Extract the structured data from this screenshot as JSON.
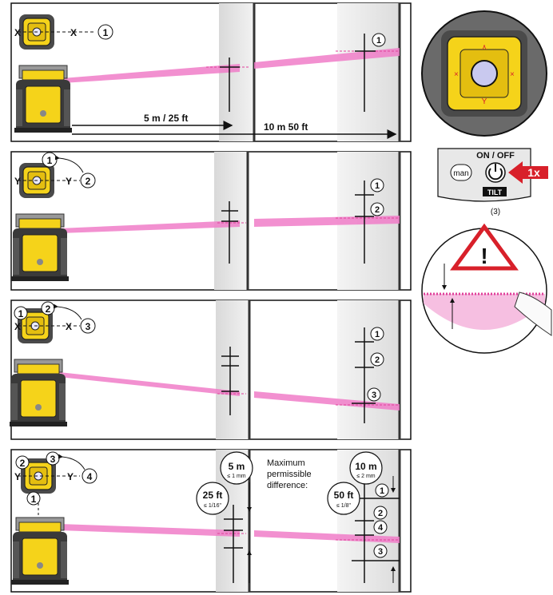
{
  "panel1": {
    "axis_left": "X",
    "axis_right": "X",
    "callout": "1",
    "wall_marker": "1",
    "dist_near": "5 m / 25 ft",
    "dist_far": "10 m 50 ft"
  },
  "panel2": {
    "axis_left": "Y",
    "axis_right": "Y",
    "callout_top": "1",
    "callout_right": "2",
    "wall_marker_1": "1",
    "wall_marker_2": "2"
  },
  "panel3": {
    "axis_left": "X",
    "axis_right": "X",
    "callout_left": "1",
    "callout_top": "2",
    "callout_right": "3",
    "wall_marker_1": "1",
    "wall_marker_2": "2",
    "wall_marker_3": "3"
  },
  "panel4": {
    "axis_left": "Y",
    "axis_right": "Y",
    "callout_left": "2",
    "callout_top": "3",
    "callout_right": "4",
    "callout_bottom": "1",
    "tol_5m_dist": "5 m",
    "tol_5m_val": "≤ 1 mm",
    "tol_25ft_dist": "25 ft",
    "tol_25ft_val": "≤ 1/16\"",
    "caption_line1": "Maximum",
    "caption_line2": "permissible",
    "caption_line3": "difference:",
    "tol_10m_dist": "10 m",
    "tol_10m_val": "≤ 2 mm",
    "tol_50ft_dist": "50 ft",
    "tol_50ft_val": "≤ 1/8\"",
    "wall_marker_1": "1",
    "wall_marker_2": "2",
    "wall_marker_3": "3",
    "wall_marker_4": "4"
  },
  "right_side": {
    "power_label": "ON / OFF",
    "press_count": "1x",
    "man_label": "man",
    "tilt_label": "TILT",
    "figure_ref": "(3)",
    "warning_symbol": "!"
  },
  "colors": {
    "laser": "#f07dc8",
    "device_yellow": "#f5d31a",
    "device_dark": "#3a3a3a",
    "warning_red": "#d8202a"
  },
  "icons": [
    "top-view-icon",
    "laser-device-icon",
    "power-icon",
    "warning-icon",
    "arrow-icon"
  ]
}
